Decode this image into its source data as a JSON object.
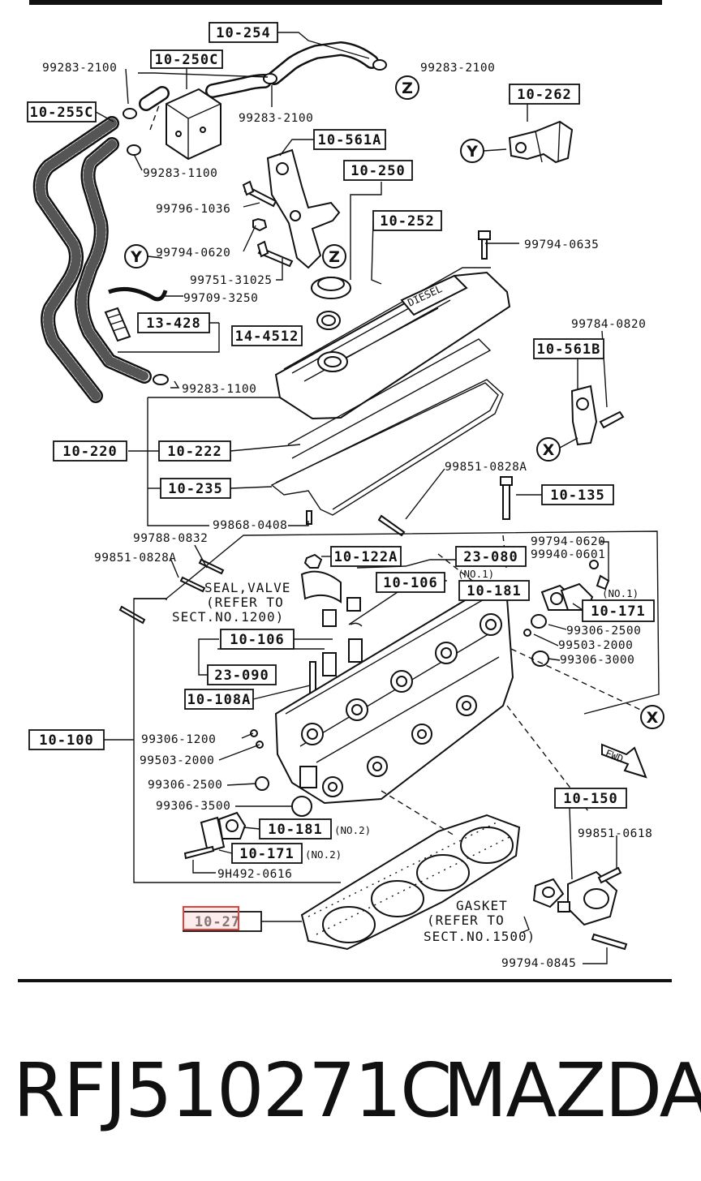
{
  "labels": {
    "p10_254": "10-254",
    "p10_250c": "10-250C",
    "p10_255c": "10-255C",
    "p10_561a": "10-561A",
    "p10_250": "10-250",
    "p10_252": "10-252",
    "p10_262": "10-262",
    "p13_428": "13-428",
    "p14_4512": "14-4512",
    "p10_561b": "10-561B",
    "p10_220": "10-220",
    "p10_222": "10-222",
    "p10_235": "10-235",
    "p10_135": "10-135",
    "p10_122a": "10-122A",
    "p23_080": "23-080",
    "p10_106a": "10-106",
    "p10_181a": "10-181",
    "p10_171a": "10-171",
    "p10_106b": "10-106",
    "p23_090": "23-090",
    "p10_108a": "10-108A",
    "p10_100": "10-100",
    "p10_181b": "10-181",
    "p10_171b": "10-171",
    "p10_150": "10-150",
    "p10_271": "10-27"
  },
  "numbers": {
    "n1": "99283-2100",
    "n2": "99283-2100",
    "n3": "99283-2100",
    "n4": "99283-1100",
    "n5": "99796-1036",
    "n6": "99794-0620",
    "n7": "99751-31025",
    "n8": "99709-3250",
    "n9": "99283-1100",
    "n10": "99794-0635",
    "n11": "99784-0820",
    "n12": "99851-0828A",
    "n13": "99868-0408",
    "n14": "99788-0832",
    "n15": "99851-0828A",
    "n16": "99794-0620",
    "n17": "99940-0601",
    "n18": "99306-2500",
    "n19": "99503-2000",
    "n20": "99306-3000",
    "n21": "99306-1200",
    "n22": "99503-2000",
    "n23": "99306-2500",
    "n24": "99306-3500",
    "n25": "9H492-0616",
    "n26": "99851-0618",
    "n27": "99794-0845"
  },
  "notes": {
    "no1a": "(NO.1)",
    "no1b": "(NO.1)",
    "no2a": "(NO.2)",
    "no2b": "(NO.2)",
    "seal_1": "SEAL,VALVE",
    "seal_2": "(REFER TO",
    "seal_3": "SECT.NO.1200)",
    "gasket_1": "GASKET",
    "gasket_2": "(REFER TO",
    "gasket_3": "SECT.NO.1500)",
    "fwd": "FWD",
    "diesel": "DIESEL"
  },
  "circles": {
    "z1": "Z",
    "z2": "Z",
    "y1": "Y",
    "y2": "Y",
    "x1": "X",
    "x2": "X"
  },
  "footer": {
    "part_number": "RFJ510271C",
    "brand": "MAZDA"
  },
  "colors": {
    "ink": "#111111",
    "highlight": "#e0413b",
    "background": "#ffffff"
  }
}
